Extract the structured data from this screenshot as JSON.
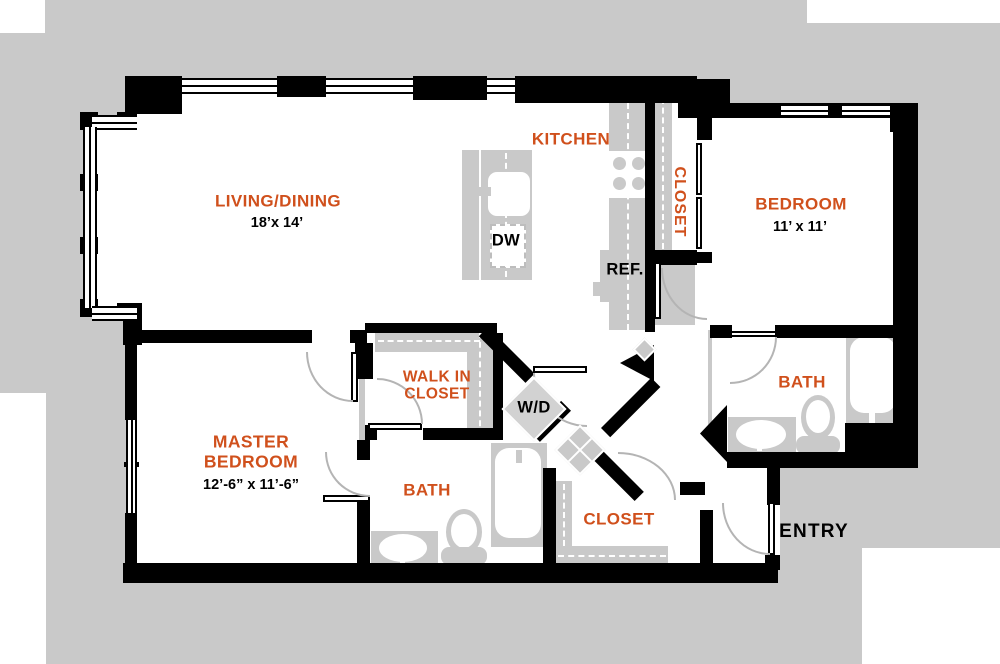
{
  "title": "Apartment Floor Plan",
  "colors": {
    "accent_orange": "#d0501c",
    "backdrop_gray": "#c9c9c9",
    "wall_black": "#000000",
    "door_arc_gray": "#b4b4b4",
    "floor_white": "#ffffff"
  },
  "rooms": {
    "living": {
      "label": "LIVING/DINING",
      "dims": "18’x 14’"
    },
    "kitchen": {
      "label": "KITCHEN"
    },
    "closet_top": {
      "label": "CLOSET"
    },
    "bedroom": {
      "label": "BEDROOM",
      "dims": "11’ x 11’"
    },
    "bath_right": {
      "label": "BATH"
    },
    "walk_in_closet": {
      "label": "WALK IN CLOSET"
    },
    "master_bedroom": {
      "label": "MASTER BEDROOM",
      "dims": "12’-6” x 11’-6”"
    },
    "bath_master": {
      "label": "BATH"
    },
    "closet_bottom": {
      "label": "CLOSET"
    },
    "entry": {
      "label": "ENTRY"
    }
  },
  "fixtures": {
    "dishwasher": "DW",
    "refrigerator": "REF.",
    "washer_dryer": "W/D"
  }
}
